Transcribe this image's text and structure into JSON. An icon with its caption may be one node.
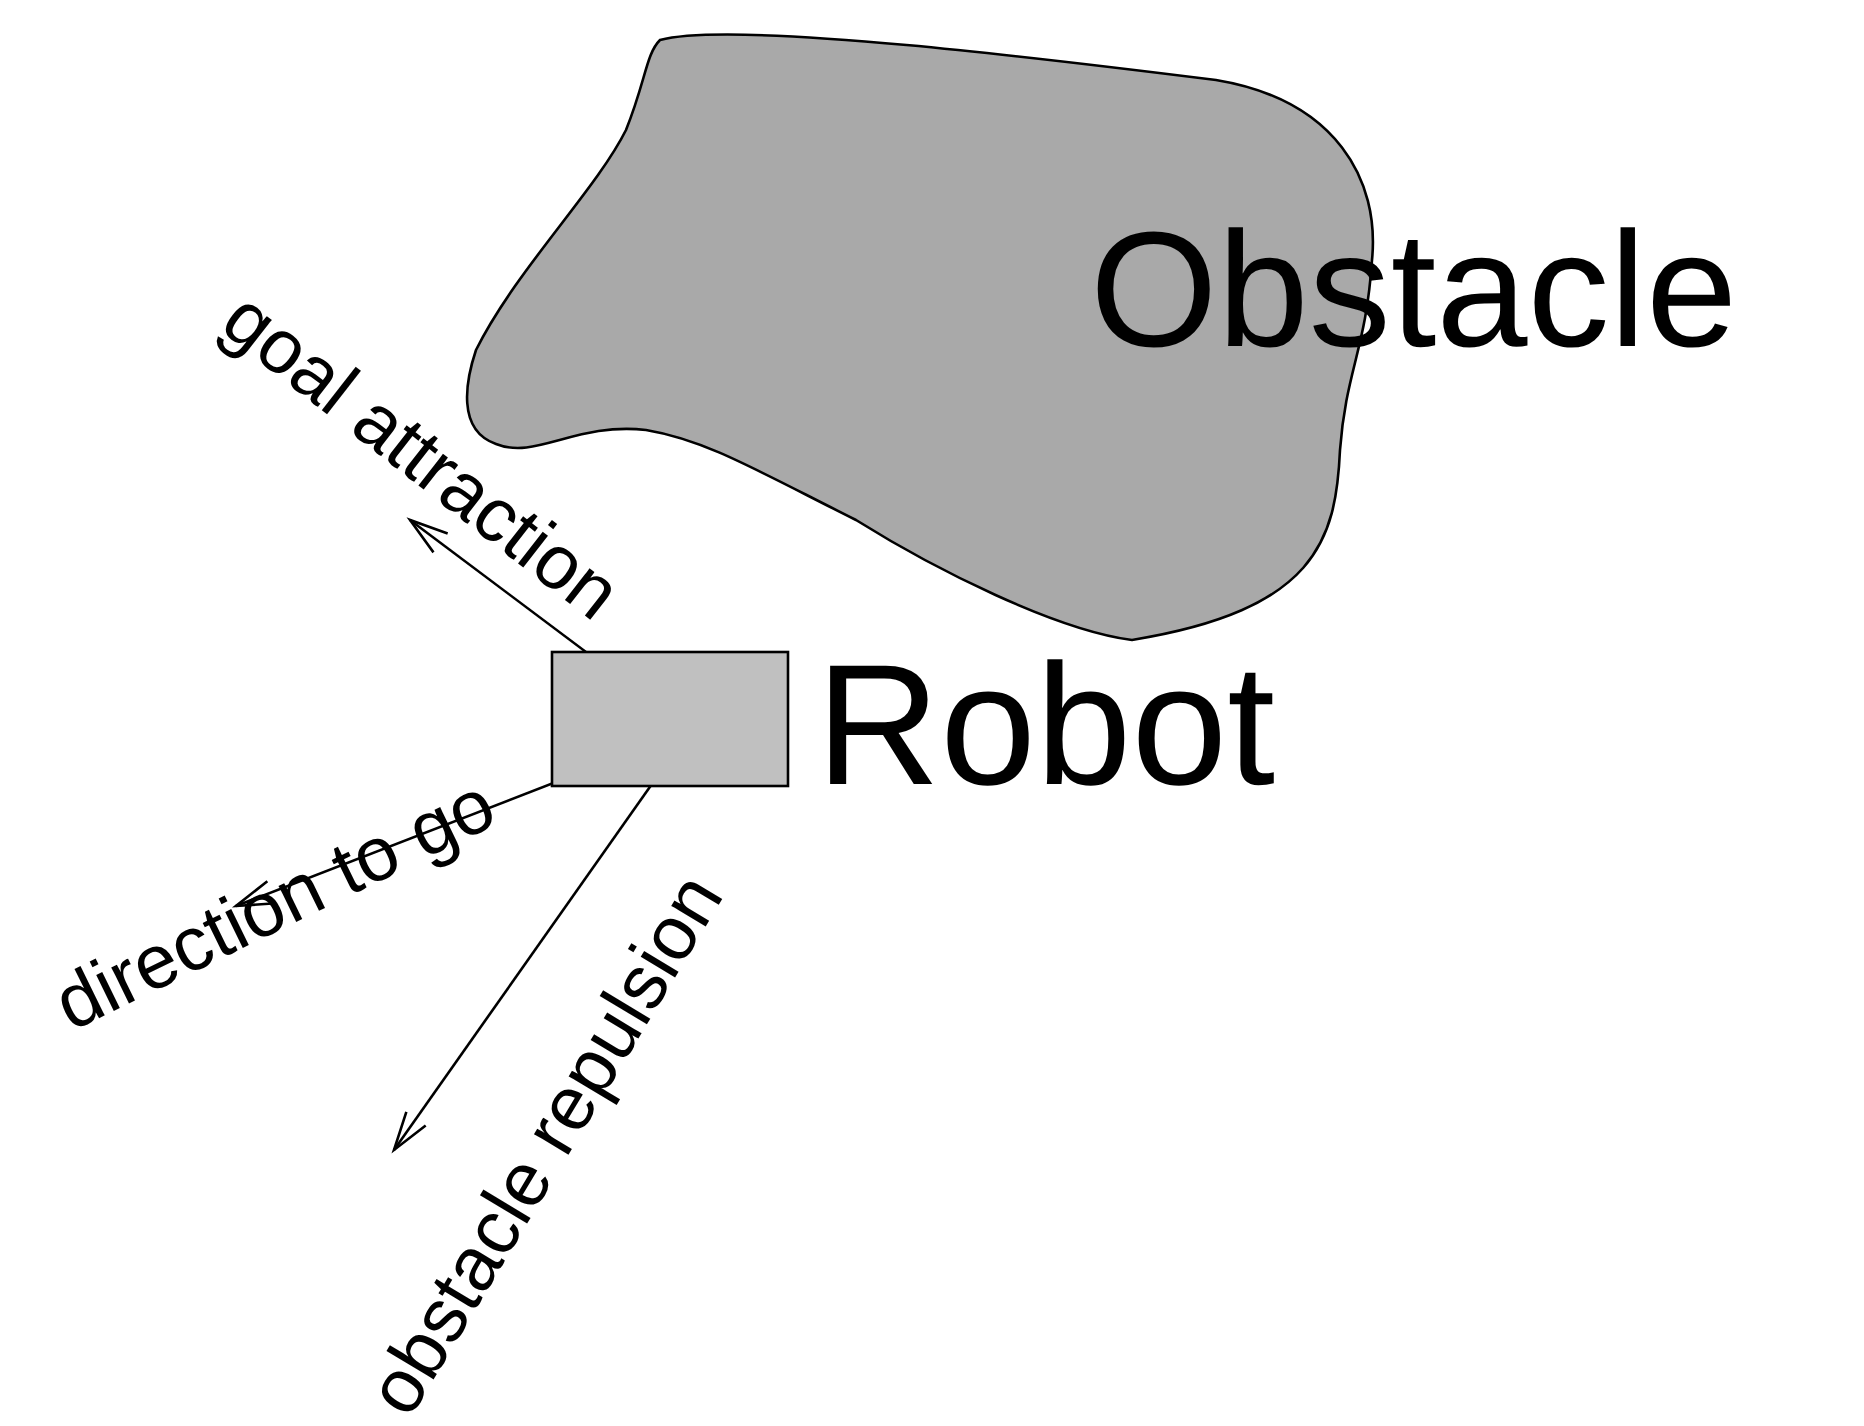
{
  "diagram": {
    "nodes": [
      {
        "text": [
          "Obstacle"
        ]
      },
      {
        "text": [
          "Robot"
        ]
      }
    ],
    "labels": [
      "goal attraction",
      "direction to go",
      "obstacle repulsion"
    ]
  }
}
